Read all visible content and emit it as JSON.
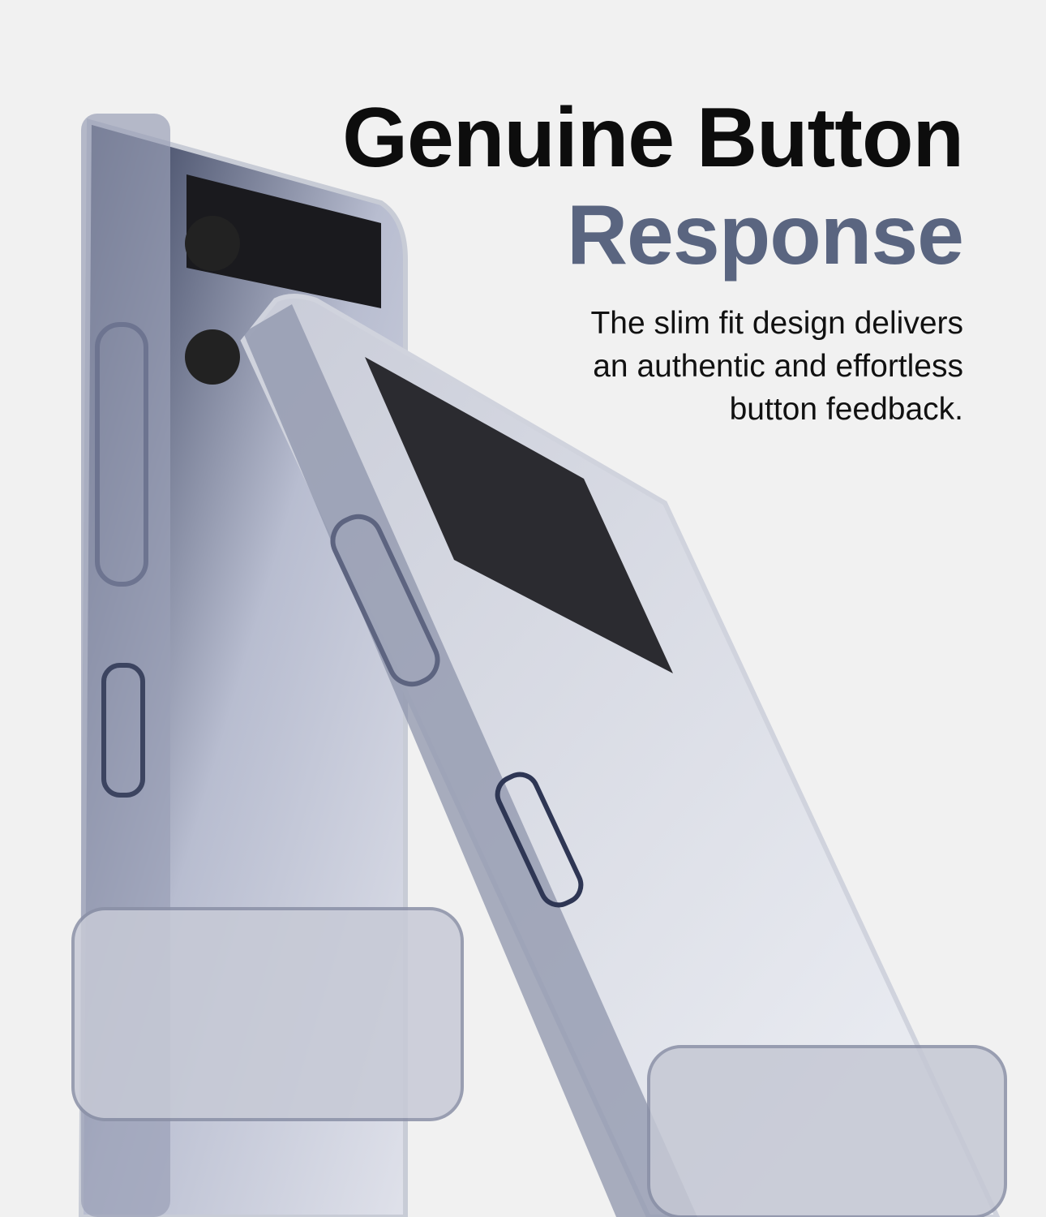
{
  "headline": {
    "line1": "Genuine Button",
    "line2": "Response"
  },
  "description": "The slim fit design delivers an authentic and effortless button feedback.",
  "colors": {
    "background": "#f1f1f1",
    "headline_primary": "#0d0d0d",
    "headline_accent": "#5a6580"
  }
}
